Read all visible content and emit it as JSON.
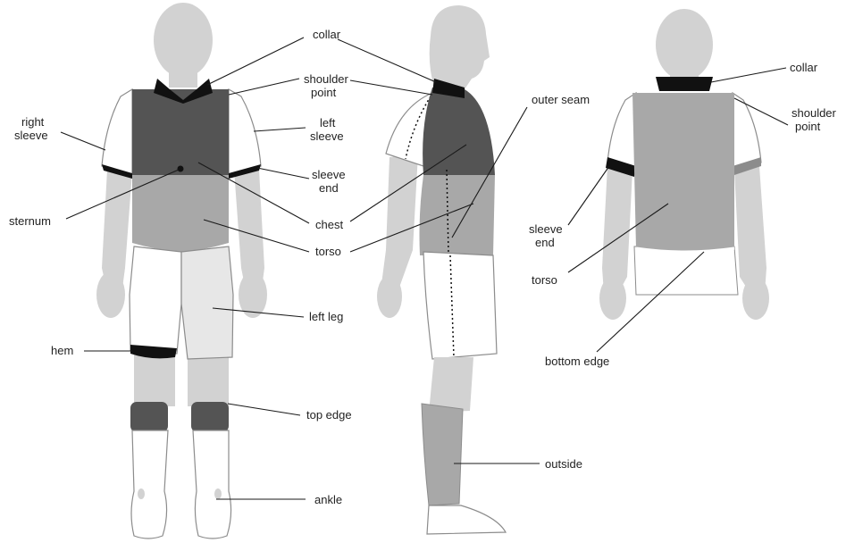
{
  "colors": {
    "body": "#d2d2d2",
    "dark": "#545454",
    "mid": "#a8a8a8",
    "light": "#e7e7e7",
    "white": "#ffffff",
    "black": "#111111",
    "outline": "#8c8c8c"
  },
  "labels": {
    "front": {
      "collar": "collar",
      "shoulder_point_1": "shoulder",
      "shoulder_point_2": "point",
      "right_sleeve_1": "right",
      "right_sleeve_2": "sleeve",
      "left_sleeve_1": "left",
      "left_sleeve_2": "sleeve",
      "sleeve_end_1": "sleeve",
      "sleeve_end_2": "end",
      "sternum": "sternum",
      "chest": "chest",
      "torso": "torso",
      "left_leg": "left leg",
      "hem": "hem",
      "top_edge": "top edge",
      "ankle": "ankle"
    },
    "side": {
      "outer_seam": "outer seam",
      "outside": "outside"
    },
    "back": {
      "collar": "collar",
      "shoulder_point_1": "shoulder",
      "shoulder_point_2": "point",
      "sleeve_end_1": "sleeve",
      "sleeve_end_2": "end",
      "torso": "torso",
      "bottom_edge": "bottom edge"
    }
  }
}
